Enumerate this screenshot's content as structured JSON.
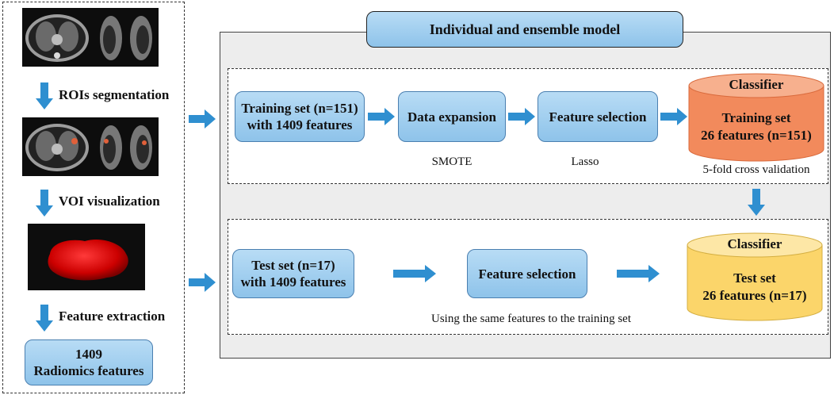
{
  "left_panel": {
    "steps": [
      "ROIs segmentation",
      "VOI visualization",
      "Feature extraction"
    ],
    "result_box": "1409\nRadiomics features"
  },
  "model_title": "Individual and ensemble model",
  "training_row": {
    "input_box": "Training set (n=151)\nwith 1409 features",
    "expansion_box": "Data expansion",
    "expansion_note": "SMOTE",
    "selection_box": "Feature selection",
    "selection_note": "Lasso",
    "classifier": {
      "title": "Classifier",
      "body": "Training set\n26 features (n=151)",
      "color": "#f28a5c"
    },
    "validation_note": "5-fold cross validation"
  },
  "test_row": {
    "input_box": "Test set (n=17)\nwith 1409 features",
    "selection_box": "Feature selection",
    "note": "Using the same features to the training set",
    "classifier": {
      "title": "Classifier",
      "body": "Test set\n26 features (n=17)",
      "color": "#fbd56a"
    }
  },
  "colors": {
    "box_fill": "#a6d1f0",
    "arrow": "#2f8fd0"
  }
}
